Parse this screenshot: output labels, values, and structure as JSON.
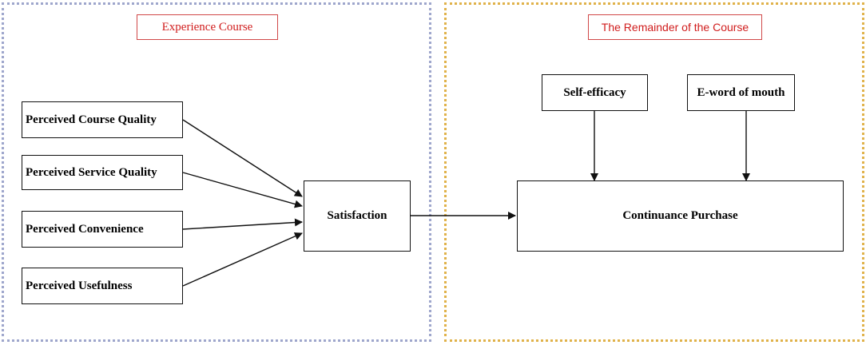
{
  "regions": {
    "experience_label": "Experience Course",
    "remainder_label": "The Remainder of the Course"
  },
  "nodes": {
    "course_quality": "Perceived Course Quality",
    "service_quality": "Perceived Service Quality",
    "convenience": "Perceived Convenience",
    "usefulness": "Perceived Usefulness",
    "satisfaction": "Satisfaction",
    "self_efficacy": "Self-efficacy",
    "e_wom": "E-word of mouth",
    "continuance": "Continuance Purchase"
  },
  "colors": {
    "left_border": "#9ea6cc",
    "right_border": "#e0b24a",
    "label_text": "#d01c1c"
  }
}
